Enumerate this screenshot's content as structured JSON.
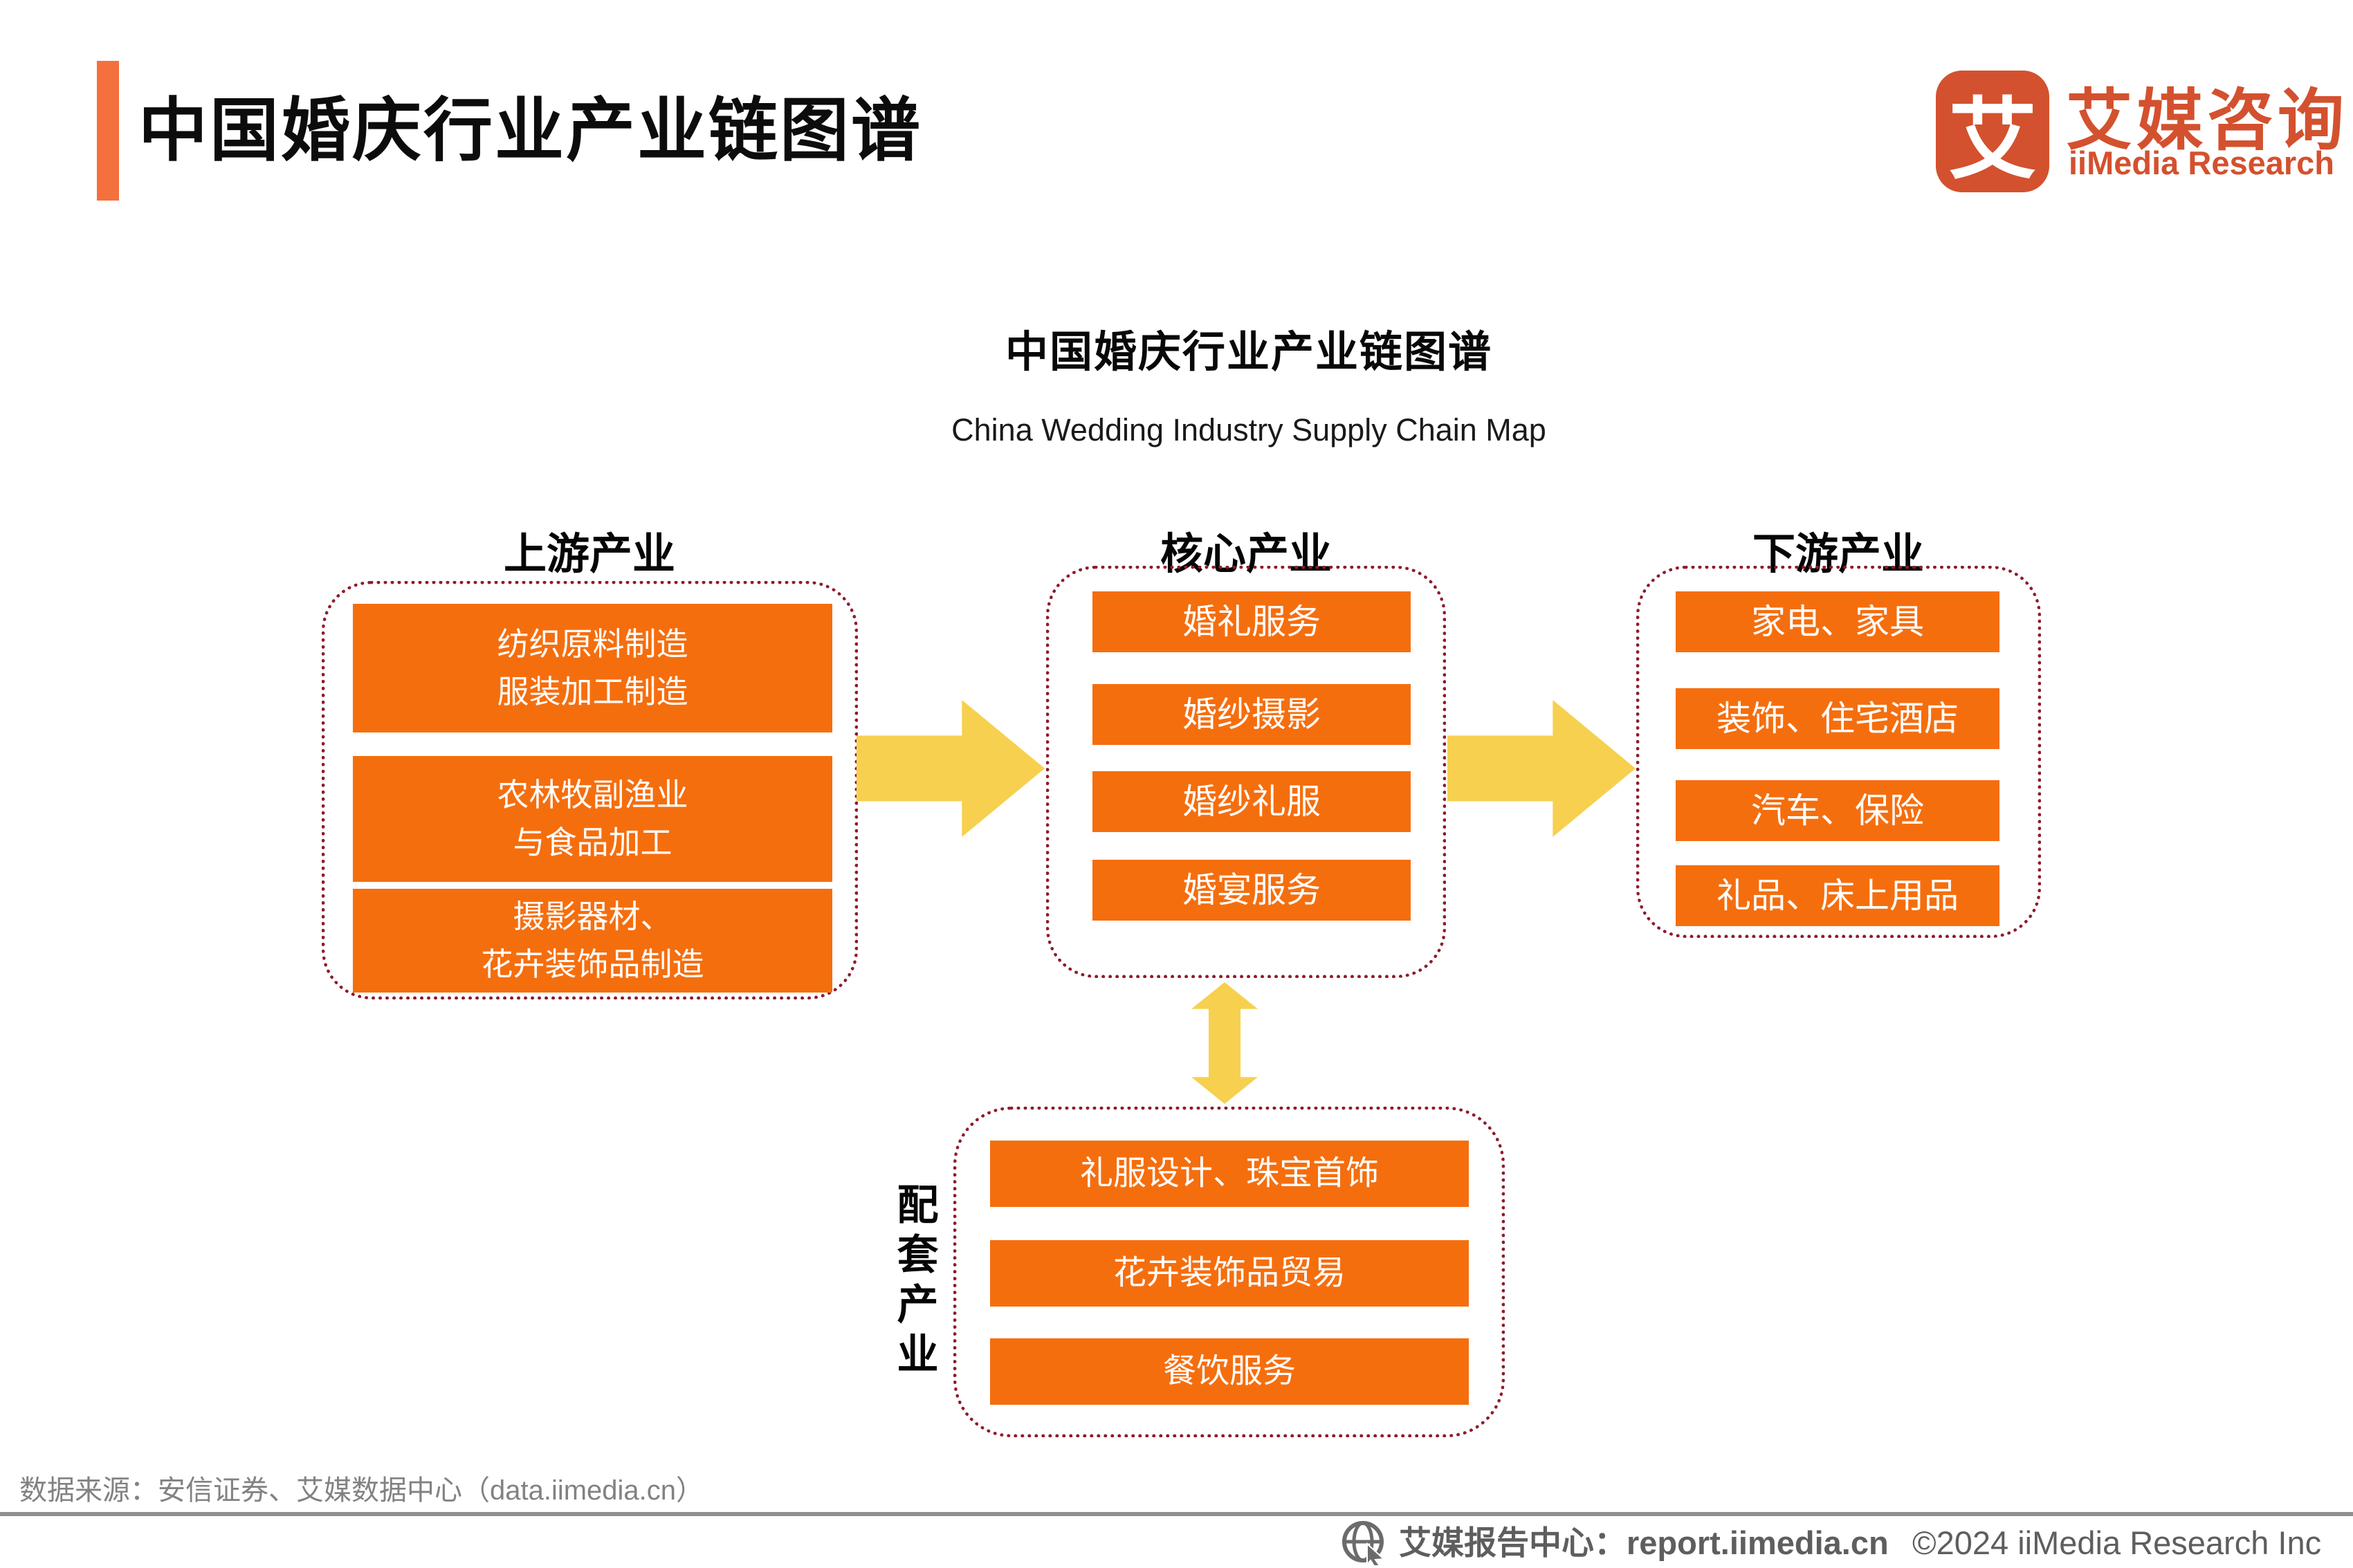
{
  "header": {
    "title": "中国婚庆行业产业链图谱",
    "logo": {
      "mark": "艾",
      "name_cn": "艾媒咨询",
      "name_en": "iiMedia Research"
    }
  },
  "diagram": {
    "title_cn": "中国婚庆行业产业链图谱",
    "title_en": "China Wedding Industry Supply Chain Map",
    "columns": [
      {
        "id": "upstream",
        "header": "上游产业",
        "items": [
          [
            "纺织原料制造",
            "服装加工制造"
          ],
          [
            "农林牧副渔业",
            "与食品加工"
          ],
          [
            "摄影器材、",
            "花卉装饰品制造"
          ]
        ]
      },
      {
        "id": "core",
        "header": "核心产业",
        "items": [
          "婚礼服务",
          "婚纱摄影",
          "婚纱礼服",
          "婚宴服务"
        ]
      },
      {
        "id": "downstream",
        "header": "下游产业",
        "items": [
          "家电、家具",
          "装饰、住宅酒店",
          "汽车、保险",
          "礼品、床上用品"
        ]
      }
    ],
    "supporting": {
      "label": "配套产业",
      "items": [
        "礼服设计、珠宝首饰",
        "花卉装饰品贸易",
        "餐饮服务"
      ]
    }
  },
  "footer": {
    "source": "数据来源：安信证券、艾媒数据中心（data.iimedia.cn）",
    "report_center": "艾媒报告中心：report.iimedia.cn",
    "copyright": "©2024  iiMedia Research Inc"
  },
  "colors": {
    "accent_orange": "#F4703D",
    "box_orange": "#F56E0E",
    "arrow_yellow": "#F7D04F",
    "border_red": "#8E1B2C",
    "logo_red": "#D3512E",
    "text_dark": "#0C0C0C",
    "gray_text": "#828282",
    "footer_gray": "#5E5E5E",
    "divider_gray": "#8F8F8F"
  }
}
